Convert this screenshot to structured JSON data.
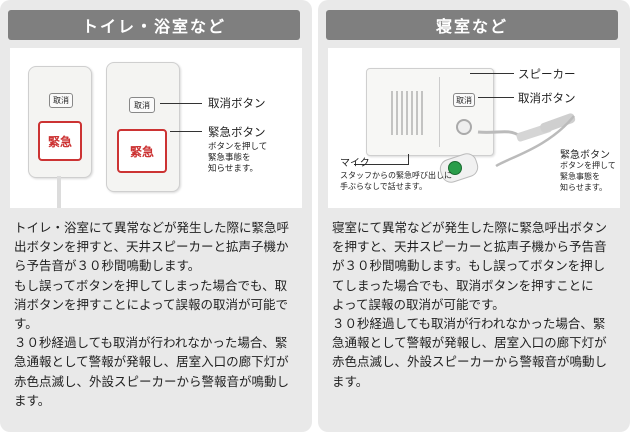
{
  "left": {
    "title": "トイレ・浴室など",
    "photo": {
      "cancel_label_1": "取消",
      "cancel_label_2": "取消",
      "emergency_label_1": "緊急",
      "emergency_label_2": "緊急",
      "callout_cancel": "取消ボタン",
      "callout_emergency": "緊急ボタン",
      "callout_emergency_desc": "ボタンを押して\n緊急事態を\n知らせます。"
    },
    "body": "トイレ・浴室にて異常などが発生した際に緊急呼\n出ボタンを押すと、天井スピーカーと拡声子機か\nら予告音が３０秒間鳴動します。\nもし誤ってボタンを押してしまった場合でも、取\n消ボタンを押すことによって誤報の取消が可能で\nす。\n３０秒経過しても取消が行われなかった場合、緊\n急通報として警報が発報し、居室入口の廊下灯が\n赤色点滅し、外設スピーカーから警報音が鳴動し\nます。"
  },
  "right": {
    "title": "寝室など",
    "photo": {
      "cancel_label": "取消",
      "callout_speaker": "スピーカー",
      "callout_cancel": "取消ボタン",
      "callout_mic": "マイク",
      "callout_mic_desc": "スタッフからの緊急呼び出しに\n手ぶらなしで話せます。",
      "callout_emergency": "緊急ボタン",
      "callout_emergency_desc": "ボタンを押して\n緊急事態を\n知らせます。"
    },
    "body": "寝室にて異常などが発生した際に緊急呼出ボタン\nを押すと、天井スピーカーと拡声子機から予告音\nが３０秒間鳴動します。もし誤ってボタンを押し\nてしまった場合でも、取消ボタンを押すことに\nよって誤報の取消が可能です。\n３０秒経過しても取消が行われなかった場合、緊\n急通報として警報が発報し、居室入口の廊下灯が\n赤色点滅し、外設スピーカーから警報音が鳴動し\nます。"
  },
  "colors": {
    "header_bg": "#7f7f7f",
    "panel_bg": "#e9e9e9",
    "emergency_red": "#cc3333",
    "green_button": "#2a9d4a"
  }
}
